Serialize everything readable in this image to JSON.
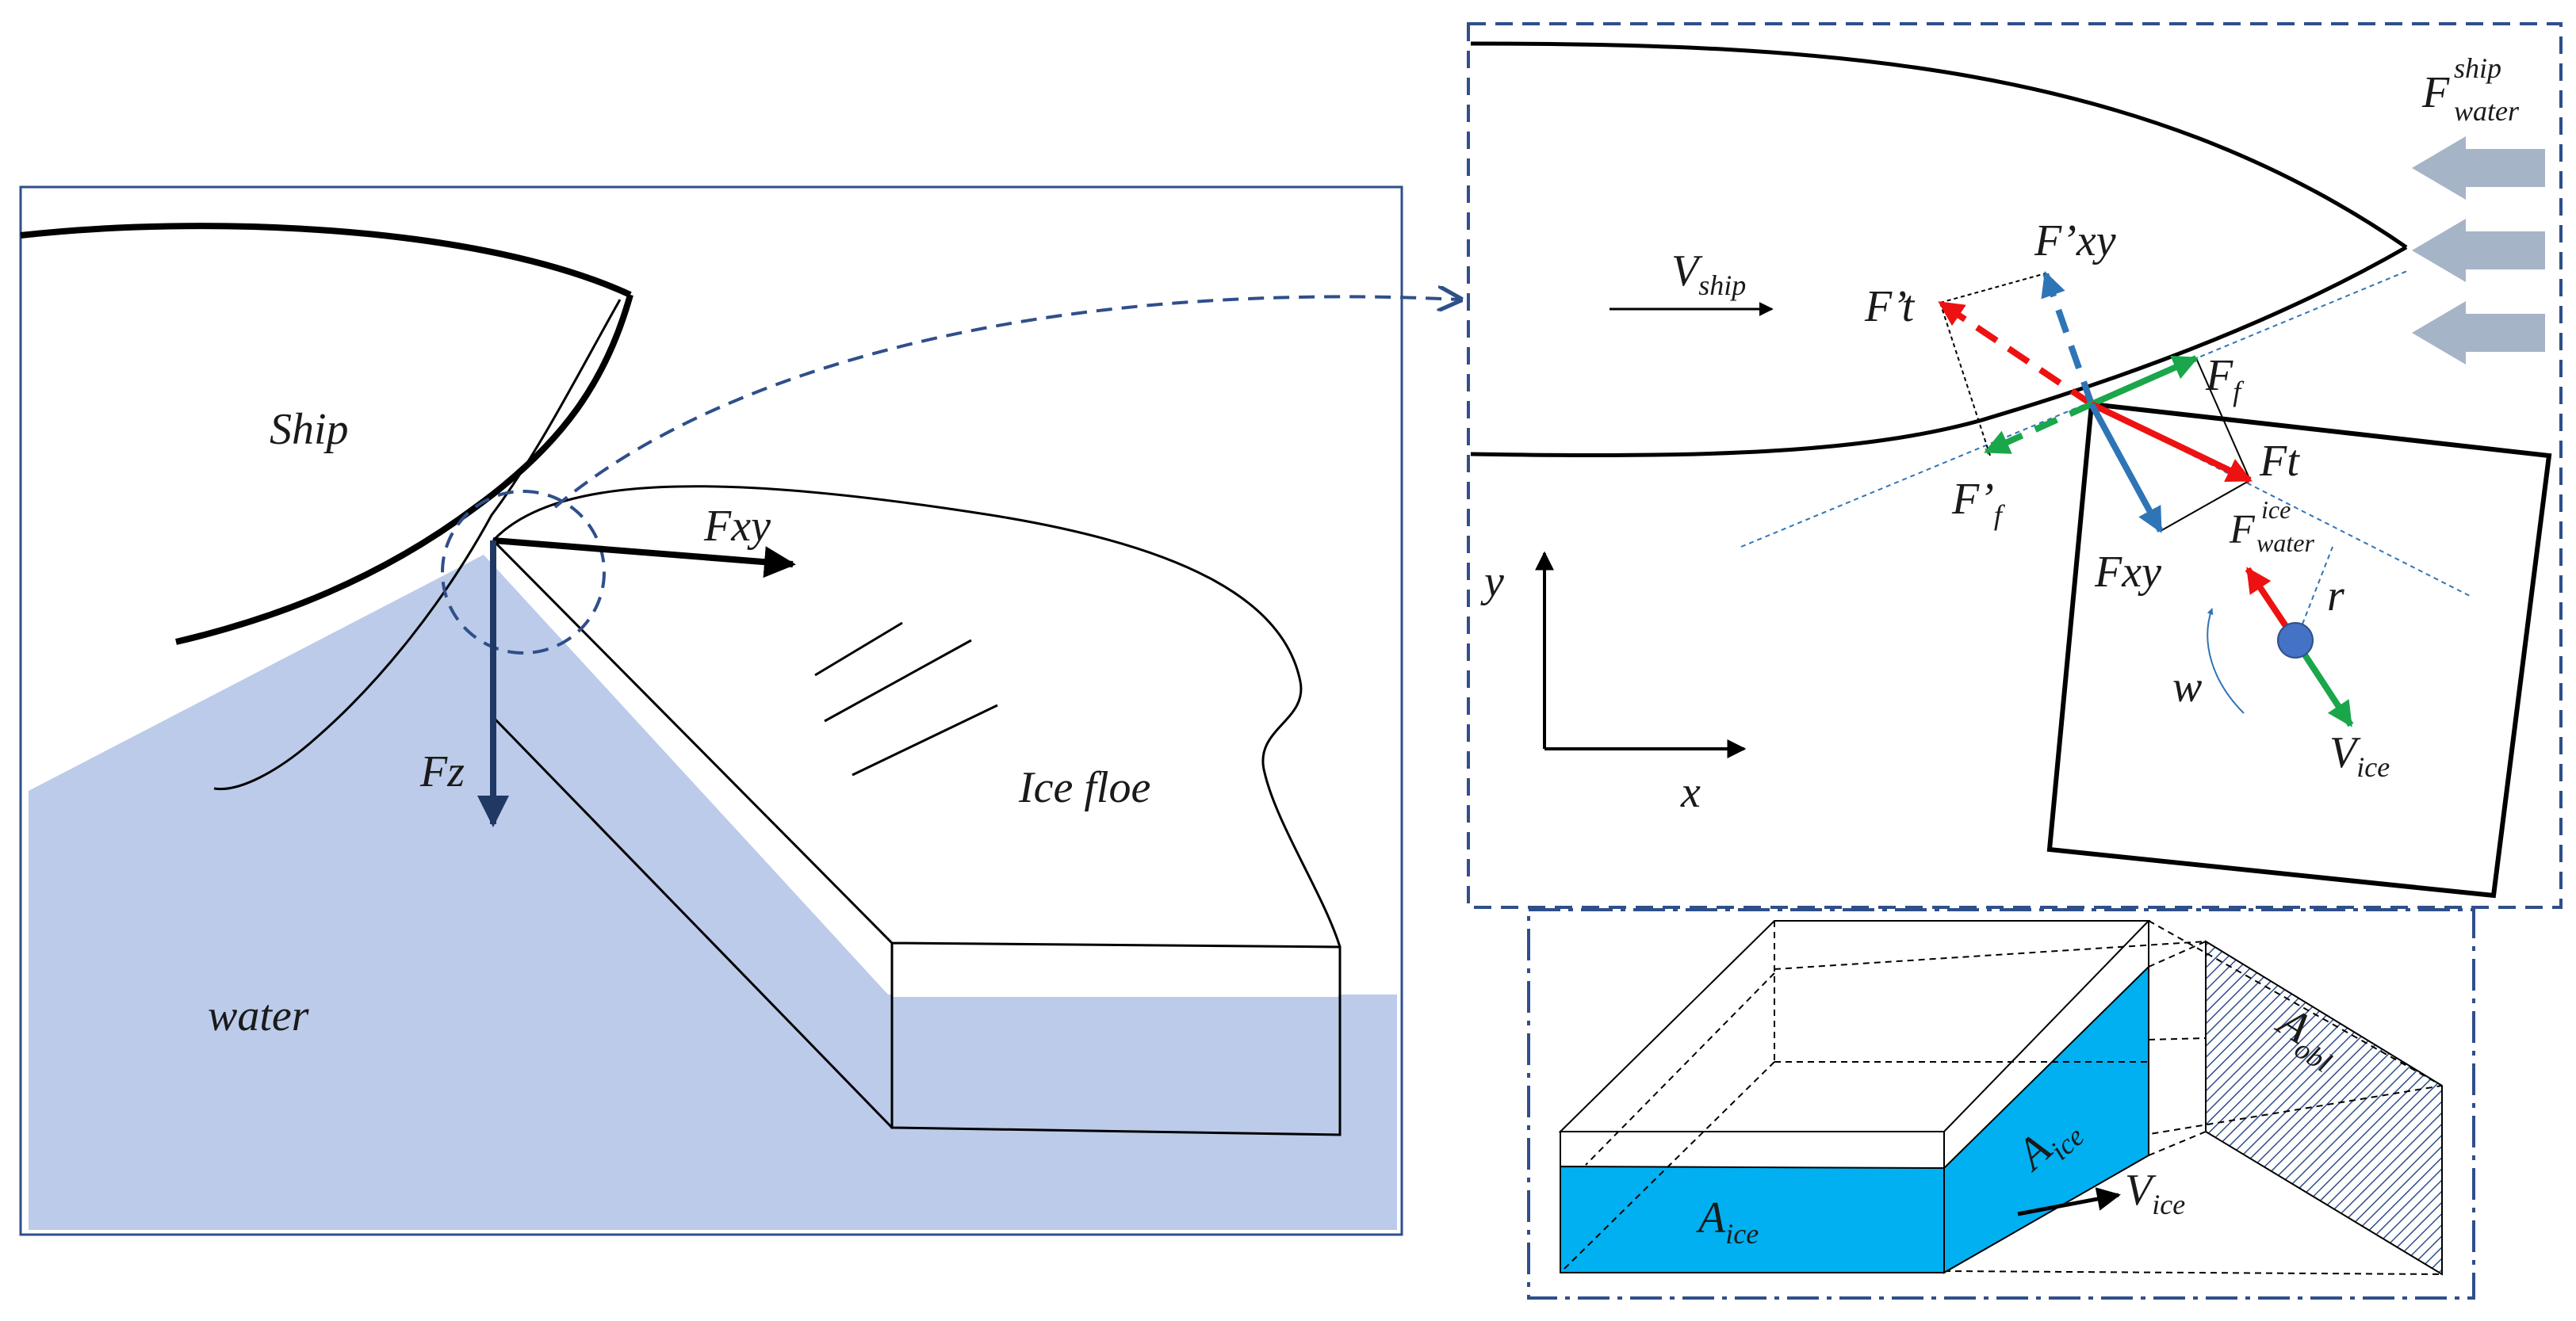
{
  "colors": {
    "water": "#bccbe9",
    "frame_blue": "#2f4f8a",
    "ice_cyan": "#00b0f0",
    "red": "#ee1111",
    "green": "#1aa64a",
    "blue": "#2e75b6",
    "dark_blue": "#1f3864",
    "grey_arrow": "#a6b4c8",
    "ice_centre": "#4472c4"
  },
  "left_panel": {
    "ship_label": "Ship",
    "ice_floe_label": "Ice floe",
    "water_label": "water",
    "force_horizontal": "Fxy",
    "force_vertical": "Fz"
  },
  "top_right_panel": {
    "ship_velocity": {
      "main": "V",
      "sub": "ship"
    },
    "water_drag_on_ship": {
      "main": "F",
      "sup": "ship",
      "sub": "water"
    },
    "reaction_normal": "F’xy",
    "reaction_tangential": "F’t",
    "reaction_friction": {
      "main": "F’",
      "sub": "f"
    },
    "friction": {
      "main": "F",
      "sub": "f"
    },
    "tangential": "Ft",
    "normal": "Fxy",
    "water_drag_on_ice": {
      "main": "F",
      "sup": "ice",
      "sub": "water"
    },
    "radius": "r",
    "angular_velocity": "w",
    "ice_velocity": {
      "main": "V",
      "sub": "ice"
    },
    "axis_x": "x",
    "axis_y": "y"
  },
  "bottom_right_panel": {
    "area_front": {
      "main": "A",
      "sub": "ice"
    },
    "area_side": {
      "main": "A",
      "sub": "ice"
    },
    "area_projected": {
      "main": "A",
      "sub": "obl"
    },
    "ice_velocity": {
      "main": "V",
      "sub": "ice"
    }
  }
}
